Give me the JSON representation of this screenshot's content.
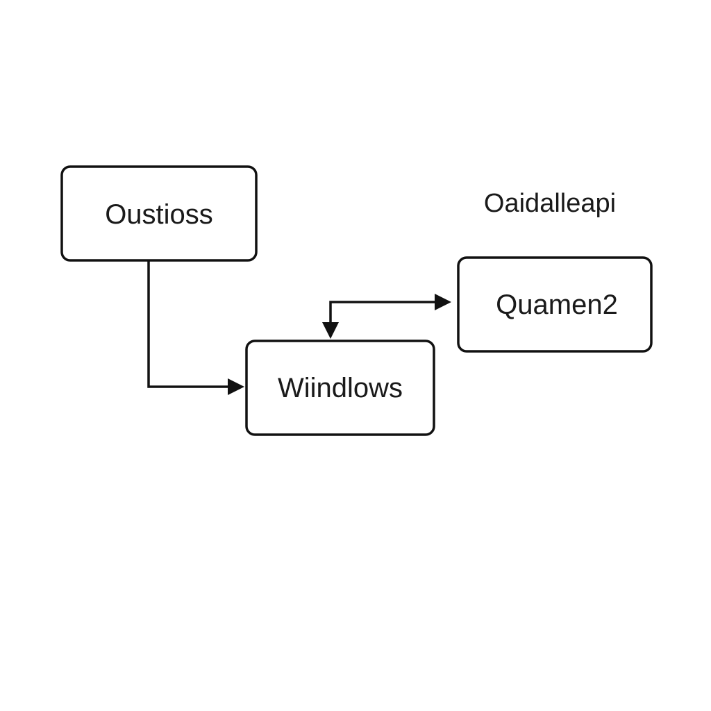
{
  "diagram": {
    "nodes": {
      "oustioss": {
        "label": "Oustioss"
      },
      "windows": {
        "label": "Wiindlows"
      },
      "quamen": {
        "label": "Quamen2"
      }
    },
    "annotation": "Oaidalleapi"
  },
  "colors": {
    "stroke": "#111111",
    "text": "#1a1a1a",
    "background": "#ffffff"
  }
}
